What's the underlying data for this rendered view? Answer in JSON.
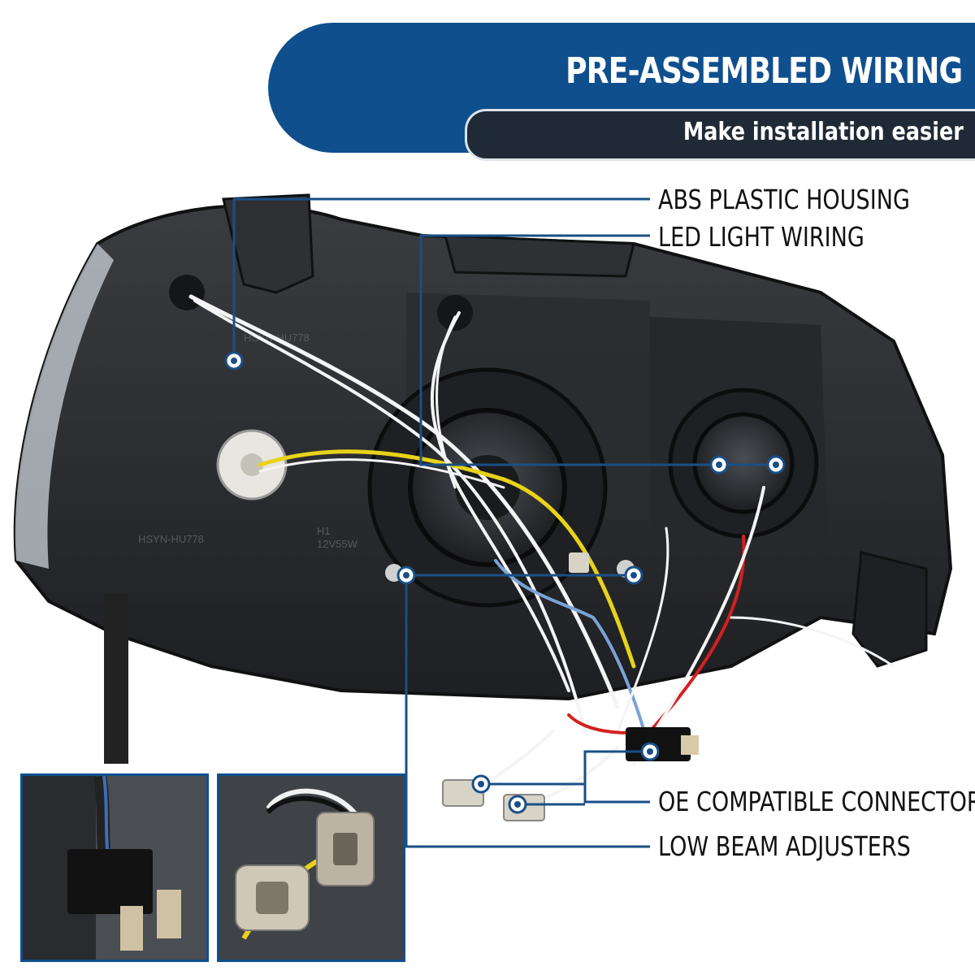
{
  "banner": {
    "title": "PRE-ASSEMBLED WIRING",
    "subtitle": "Make installation easier"
  },
  "callouts": [
    {
      "id": "abs",
      "label": "ABS PLASTIC HOUSING"
    },
    {
      "id": "led",
      "label": "LED LIGHT WIRING"
    },
    {
      "id": "oe",
      "label": "OE COMPATIBLE CONNECTORS"
    },
    {
      "id": "low",
      "label": "LOW BEAM ADJUSTERS"
    }
  ],
  "product_labels": {
    "sticker_1": "HSYN-HU778",
    "sticker_2": "HSYN-HU778",
    "sticker_3": "H1",
    "sticker_4": "12V55W"
  },
  "colors": {
    "brand_blue": "#0f4f8e",
    "dark_navy": "#1f2a36",
    "housing": "#2b2d30",
    "callout_dot": "#1a4f86"
  }
}
